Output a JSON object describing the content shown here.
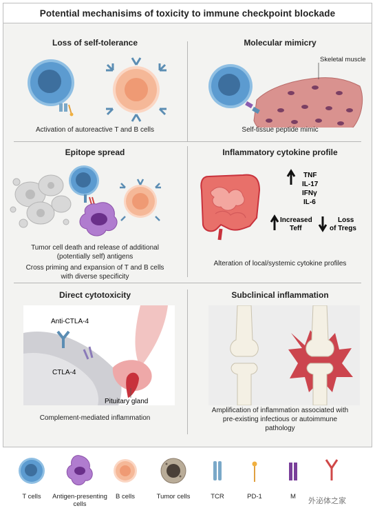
{
  "title": "Potential mechanisims of toxicity to immune checkpoint blockade",
  "panels": {
    "self_tolerance": {
      "title": "Loss of self-tolerance",
      "caption": "Activation of autoreactive T and B cells"
    },
    "mimicry": {
      "title": "Molecular mimicry",
      "caption": "Self-tissue peptide mimic",
      "tissue_label": "Skeletal muscle"
    },
    "epitope": {
      "title": "Epitope spread",
      "caption1": "Tumor cell death and release of additional (potentially self) antigens",
      "caption2": "Cross priming and expansion of T and B cells with diverse specificity"
    },
    "cytokine": {
      "title": "Inflammatory cytokine profile",
      "caption": "Alteration of local/systemic cytokine profiles",
      "cytokines": [
        "TNF",
        "IL-17",
        "IFNγ",
        "IL-6"
      ],
      "increased": [
        "Increased",
        "Teff"
      ],
      "loss": [
        "Loss",
        "of Tregs"
      ]
    },
    "cytotox": {
      "title": "Direct cytotoxicity",
      "caption": "Complement-mediated inflammation",
      "label_anti": "Anti-CTLA-4",
      "label_ctla": "CTLA-4",
      "label_gland": "Pituitary gland"
    },
    "subclinical": {
      "title": "Subclinical inflammation",
      "caption": "Amplification of inflammation associated with pre-existing infectious or autoimmune pathology"
    }
  },
  "legend": [
    {
      "label": "T cells",
      "icon": "t-cell-icon"
    },
    {
      "label": "Antigen-presenting cells",
      "icon": "apc-icon"
    },
    {
      "label": "B cells",
      "icon": "b-cell-icon"
    },
    {
      "label": "Tumor cells",
      "icon": "tumor-cell-icon"
    },
    {
      "label": "TCR",
      "icon": "tcr-icon"
    },
    {
      "label": "PD-1",
      "icon": "pd1-icon"
    },
    {
      "label": "M",
      "icon": "mhc-icon"
    },
    {
      "label": "",
      "icon": "receptor-icon"
    }
  ],
  "watermark": "外泌体之家",
  "colors": {
    "t_cell": "#4f8fc4",
    "apc": "#9b5fb0",
    "b_cell": "#f2a27e",
    "tumor": "#8a7b6a",
    "inflammation": "#c8323c",
    "muscle": "#c97a78"
  }
}
